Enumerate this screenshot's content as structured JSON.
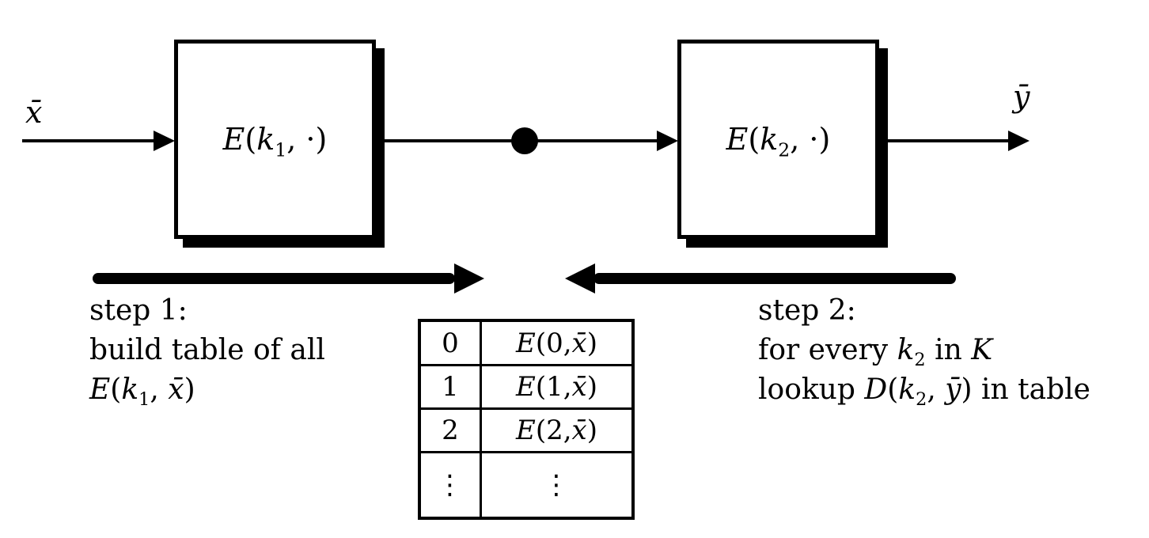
{
  "colors": {
    "ink": "#000000",
    "background": "#ffffff"
  },
  "pipeline": {
    "input_label": [
      {
        "t": "x̄",
        "s": "it"
      }
    ],
    "output_label": [
      {
        "t": "ȳ",
        "s": "it"
      }
    ],
    "box1_label": [
      {
        "t": "E",
        "s": "it"
      },
      {
        "t": "(",
        "s": "rm"
      },
      {
        "t": "k",
        "s": "it"
      },
      {
        "t": "1",
        "s": "sub"
      },
      {
        "t": ", ·)",
        "s": "rm"
      }
    ],
    "box2_label": [
      {
        "t": "E",
        "s": "it"
      },
      {
        "t": "(",
        "s": "rm"
      },
      {
        "t": "k",
        "s": "it"
      },
      {
        "t": "2",
        "s": "sub"
      },
      {
        "t": ", ·)",
        "s": "rm"
      }
    ]
  },
  "step1": {
    "line1": [
      {
        "t": "step 1:",
        "s": "rm"
      }
    ],
    "line2": [
      {
        "t": "build table of all",
        "s": "rm"
      }
    ],
    "line3": [
      {
        "t": "E",
        "s": "it"
      },
      {
        "t": "(",
        "s": "rm"
      },
      {
        "t": "k",
        "s": "it"
      },
      {
        "t": "1",
        "s": "sub"
      },
      {
        "t": ", ",
        "s": "rm"
      },
      {
        "t": "x̄",
        "s": "it"
      },
      {
        "t": ")",
        "s": "rm"
      }
    ]
  },
  "step2": {
    "line1": [
      {
        "t": "step 2:",
        "s": "rm"
      }
    ],
    "line2": [
      {
        "t": "for every ",
        "s": "rm"
      },
      {
        "t": "k",
        "s": "it"
      },
      {
        "t": "2",
        "s": "sub"
      },
      {
        "t": " in ",
        "s": "rm"
      },
      {
        "t": "K",
        "s": "cal"
      }
    ],
    "line3": [
      {
        "t": "lookup ",
        "s": "rm"
      },
      {
        "t": "D",
        "s": "it"
      },
      {
        "t": "(",
        "s": "rm"
      },
      {
        "t": "k",
        "s": "it"
      },
      {
        "t": "2",
        "s": "sub"
      },
      {
        "t": ", ",
        "s": "rm"
      },
      {
        "t": "ȳ",
        "s": "it"
      },
      {
        "t": ")",
        "s": "rm"
      },
      {
        "t": " in table",
        "s": "rm"
      }
    ]
  },
  "table": {
    "rows": [
      {
        "key": [
          {
            "t": "0",
            "s": "rm"
          }
        ],
        "value": [
          {
            "t": "E",
            "s": "it"
          },
          {
            "t": "(0, ",
            "s": "rm"
          },
          {
            "t": "x̄",
            "s": "it"
          },
          {
            "t": ")",
            "s": "rm"
          }
        ]
      },
      {
        "key": [
          {
            "t": "1",
            "s": "rm"
          }
        ],
        "value": [
          {
            "t": "E",
            "s": "it"
          },
          {
            "t": "(1, ",
            "s": "rm"
          },
          {
            "t": "x̄",
            "s": "it"
          },
          {
            "t": ")",
            "s": "rm"
          }
        ]
      },
      {
        "key": [
          {
            "t": "2",
            "s": "rm"
          }
        ],
        "value": [
          {
            "t": "E",
            "s": "it"
          },
          {
            "t": "(2, ",
            "s": "rm"
          },
          {
            "t": "x̄",
            "s": "it"
          },
          {
            "t": ")",
            "s": "rm"
          }
        ]
      },
      {
        "key": [
          {
            "t": "⋮",
            "s": "dots"
          }
        ],
        "value": [
          {
            "t": "⋮",
            "s": "dots"
          }
        ]
      }
    ]
  }
}
